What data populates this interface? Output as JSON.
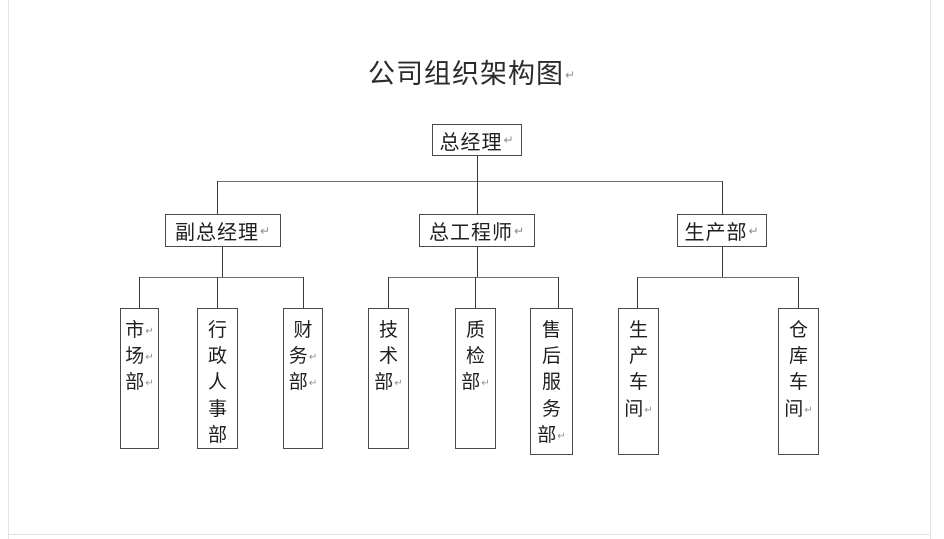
{
  "document": {
    "title": "公司组织架构图",
    "paragraph_mark": "↵",
    "background_color": "#ffffff",
    "line_color": "#3a3a3a",
    "box_border_color": "#4a4a4a",
    "text_color": "#1f1f1f"
  },
  "chart_data": {
    "type": "diagram",
    "subtype": "organization-chart",
    "title": "公司组织架构图",
    "orientation": "top-down",
    "levels": 3,
    "nodes": [
      {
        "id": "gm",
        "label": "总经理",
        "level": 1,
        "parent": null,
        "text_orientation": "horizontal",
        "paragraph_mark": true
      },
      {
        "id": "dgm",
        "label": "副总经理",
        "level": 2,
        "parent": "gm",
        "text_orientation": "horizontal",
        "paragraph_mark": true
      },
      {
        "id": "ce",
        "label": "总工程师",
        "level": 2,
        "parent": "gm",
        "text_orientation": "horizontal",
        "paragraph_mark": true
      },
      {
        "id": "prod",
        "label": "生产部",
        "level": 2,
        "parent": "gm",
        "text_orientation": "horizontal",
        "paragraph_mark": true
      },
      {
        "id": "mkt",
        "label": "市场部",
        "level": 3,
        "parent": "dgm",
        "text_orientation": "vertical",
        "chars": [
          "市",
          "场",
          "部"
        ],
        "marks": [
          true,
          true,
          true
        ]
      },
      {
        "id": "hr",
        "label": "行政人事部",
        "level": 3,
        "parent": "dgm",
        "text_orientation": "vertical",
        "chars": [
          "行",
          "政",
          "人",
          "事",
          "部"
        ],
        "marks": [
          false,
          false,
          false,
          false,
          false
        ]
      },
      {
        "id": "fin",
        "label": "财务部",
        "level": 3,
        "parent": "dgm",
        "text_orientation": "vertical",
        "chars": [
          "财",
          "务",
          "部"
        ],
        "marks": [
          false,
          true,
          true
        ]
      },
      {
        "id": "tech",
        "label": "技术部",
        "level": 3,
        "parent": "ce",
        "text_orientation": "vertical",
        "chars": [
          "技",
          "术",
          "部"
        ],
        "marks": [
          false,
          false,
          true
        ]
      },
      {
        "id": "qc",
        "label": "质检部",
        "level": 3,
        "parent": "ce",
        "text_orientation": "vertical",
        "chars": [
          "质",
          "检",
          "部"
        ],
        "marks": [
          false,
          false,
          true
        ]
      },
      {
        "id": "svc",
        "label": "售后服务部",
        "level": 3,
        "parent": "ce",
        "text_orientation": "vertical",
        "chars": [
          "售",
          "后",
          "服",
          "务",
          "部"
        ],
        "marks": [
          false,
          false,
          false,
          false,
          true
        ]
      },
      {
        "id": "shop",
        "label": "生产车间",
        "level": 3,
        "parent": "prod",
        "text_orientation": "vertical",
        "chars": [
          "生",
          "产",
          "车",
          "间"
        ],
        "marks": [
          false,
          false,
          false,
          true
        ]
      },
      {
        "id": "wh",
        "label": "仓库车间",
        "level": 3,
        "parent": "prod",
        "text_orientation": "vertical",
        "chars": [
          "仓",
          "库",
          "车",
          "间"
        ],
        "marks": [
          false,
          false,
          false,
          true
        ]
      }
    ],
    "edges": [
      {
        "from": "gm",
        "to": "dgm"
      },
      {
        "from": "gm",
        "to": "ce"
      },
      {
        "from": "gm",
        "to": "prod"
      },
      {
        "from": "dgm",
        "to": "mkt"
      },
      {
        "from": "dgm",
        "to": "hr"
      },
      {
        "from": "dgm",
        "to": "fin"
      },
      {
        "from": "ce",
        "to": "tech"
      },
      {
        "from": "ce",
        "to": "qc"
      },
      {
        "from": "ce",
        "to": "svc"
      },
      {
        "from": "prod",
        "to": "shop"
      },
      {
        "from": "prod",
        "to": "wh"
      }
    ]
  },
  "nodes": {
    "gm": {
      "label": "总经理"
    },
    "dgm": {
      "label": "副总经理"
    },
    "ce": {
      "label": "总工程师"
    },
    "prod": {
      "label": "生产部"
    },
    "mkt": {
      "c0": "市",
      "c1": "场",
      "c2": "部"
    },
    "hr": {
      "c0": "行",
      "c1": "政",
      "c2": "人",
      "c3": "事",
      "c4": "部"
    },
    "fin": {
      "c0": "财",
      "c1": "务",
      "c2": "部"
    },
    "tech": {
      "c0": "技",
      "c1": "术",
      "c2": "部"
    },
    "qc": {
      "c0": "质",
      "c1": "检",
      "c2": "部"
    },
    "svc": {
      "c0": "售",
      "c1": "后",
      "c2": "服",
      "c3": "务",
      "c4": "部"
    },
    "shop": {
      "c0": "生",
      "c1": "产",
      "c2": "车",
      "c3": "间"
    },
    "wh": {
      "c0": "仓",
      "c1": "库",
      "c2": "车",
      "c3": "间"
    }
  },
  "marks": {
    "pilcrow": "↵"
  }
}
